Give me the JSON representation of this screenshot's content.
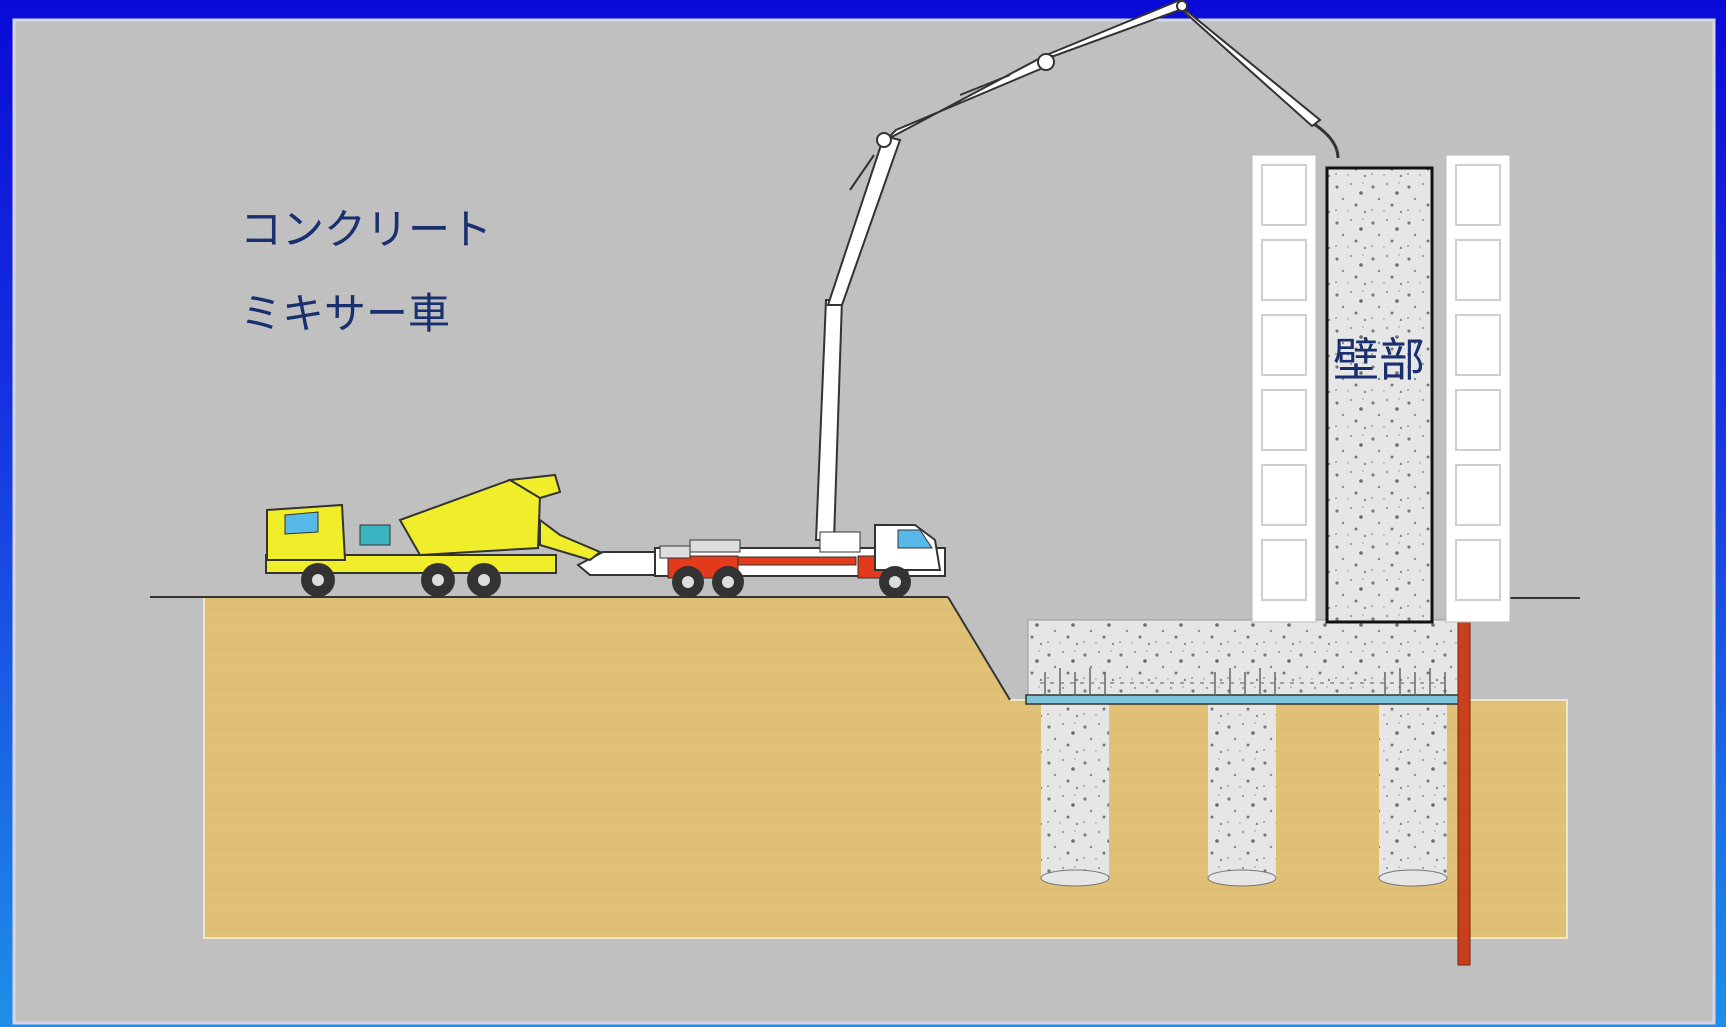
{
  "labels": {
    "line1": "コンクリート",
    "line2": "ミキサー車",
    "wall": "壁部"
  },
  "colors": {
    "frame": "#0a0ad8",
    "panel": "#c0c0c0",
    "soil": "#dfc074",
    "concrete": "#e4e4e4",
    "truck_yellow": "#f0ee2a",
    "pump_red": "#e23a1a",
    "sheet_pile": "#c8401c",
    "label_text": "#1a2f6e"
  }
}
